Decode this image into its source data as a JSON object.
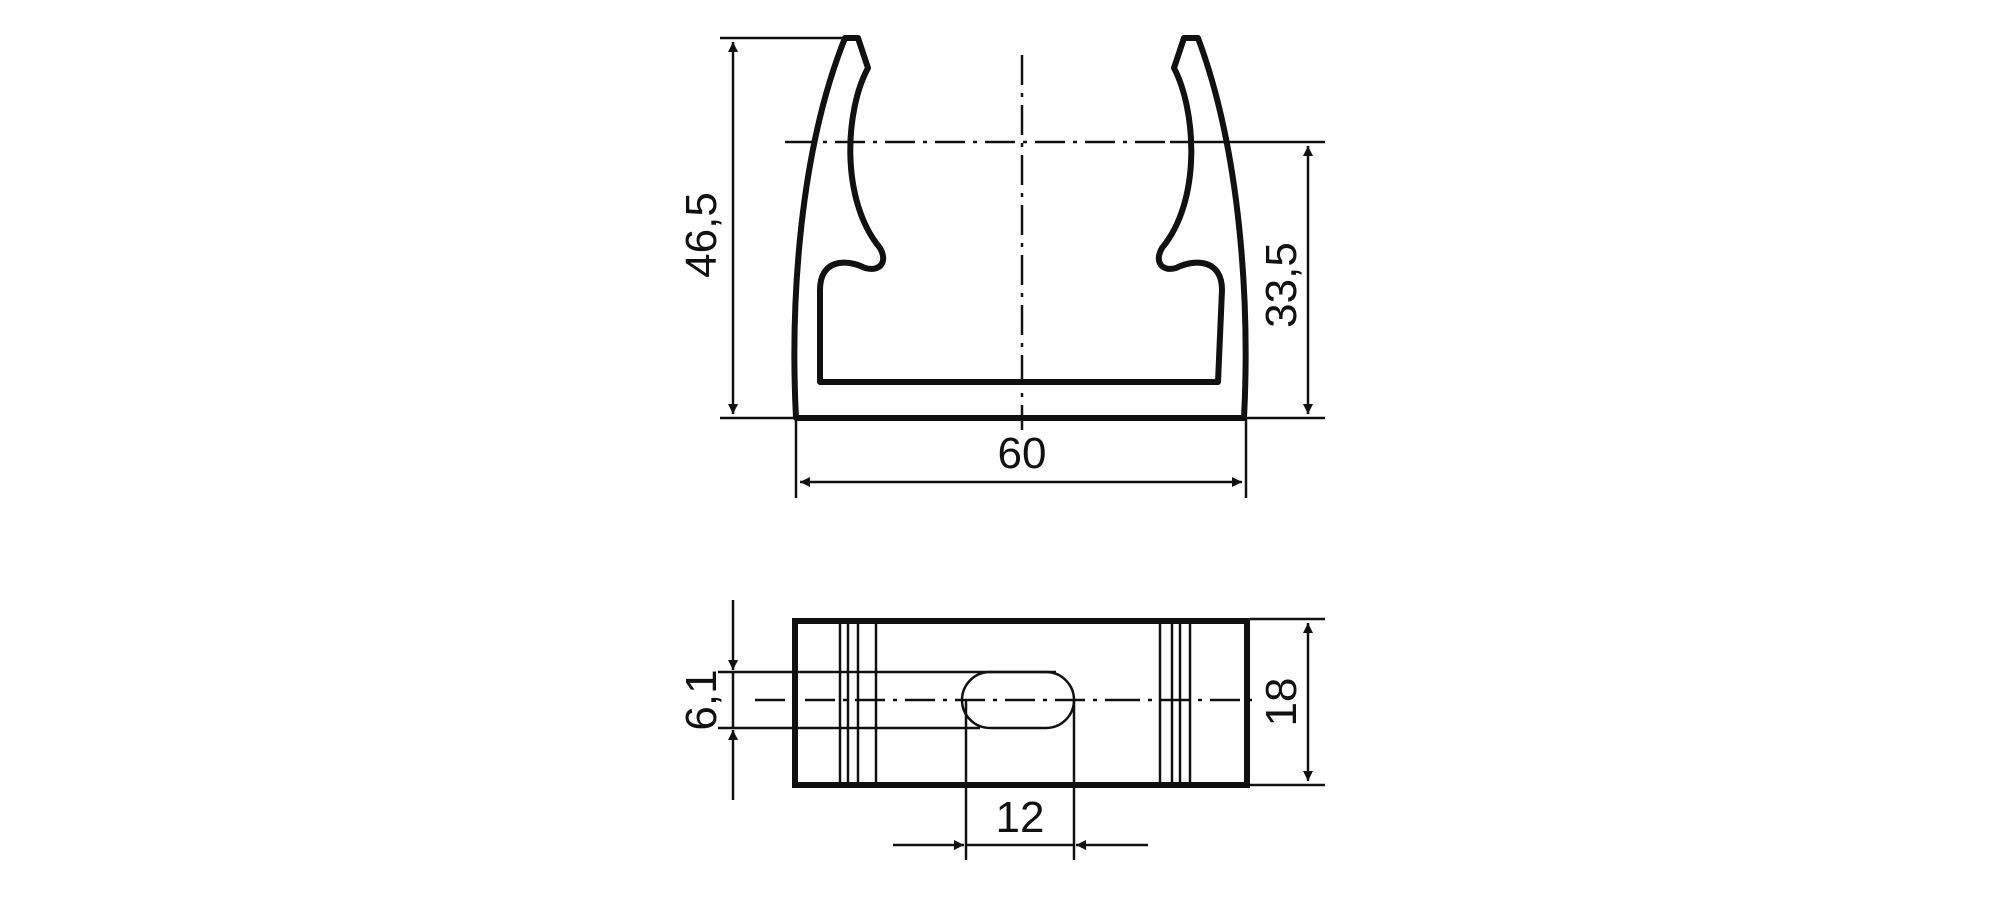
{
  "drawing": {
    "front_view": {
      "height_total": "46,5",
      "height_center": "33,5",
      "width": "60"
    },
    "top_view": {
      "slot_width": "6,1",
      "depth": "18",
      "slot_length": "12"
    },
    "colors": {
      "line": "#111111",
      "background": "#ffffff"
    }
  }
}
